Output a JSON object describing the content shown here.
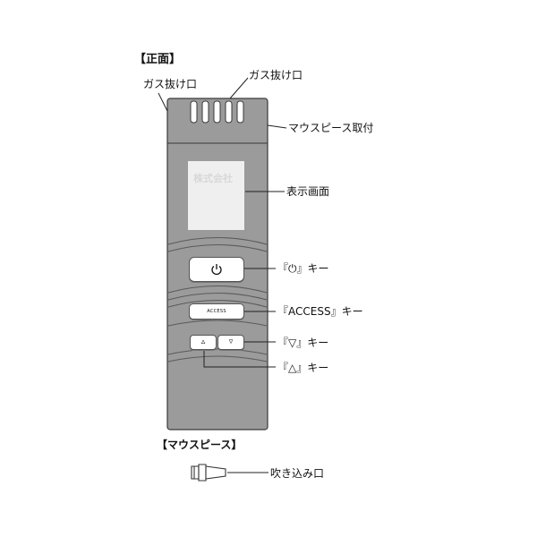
{
  "diagram": {
    "front_heading": "【正面】",
    "labels": {
      "gas_vent_left": "ガス抜け口",
      "gas_vent_top": "ガス抜け口",
      "mouthpiece_mount": "マウスピース取付",
      "display_screen": "表示画面",
      "power_key": "『⏻』キー",
      "access_key": "『ACCESS』キー",
      "down_key": "『▽』キー",
      "up_key": "『△』キー"
    },
    "device": {
      "watermark": "株式会社",
      "access_key_text": "ACCESS",
      "up_key_symbol": "▵",
      "down_key_symbol": "▿"
    },
    "mouthpiece_heading": "【マウスピース】",
    "blow_inlet": "吹き込み口"
  }
}
